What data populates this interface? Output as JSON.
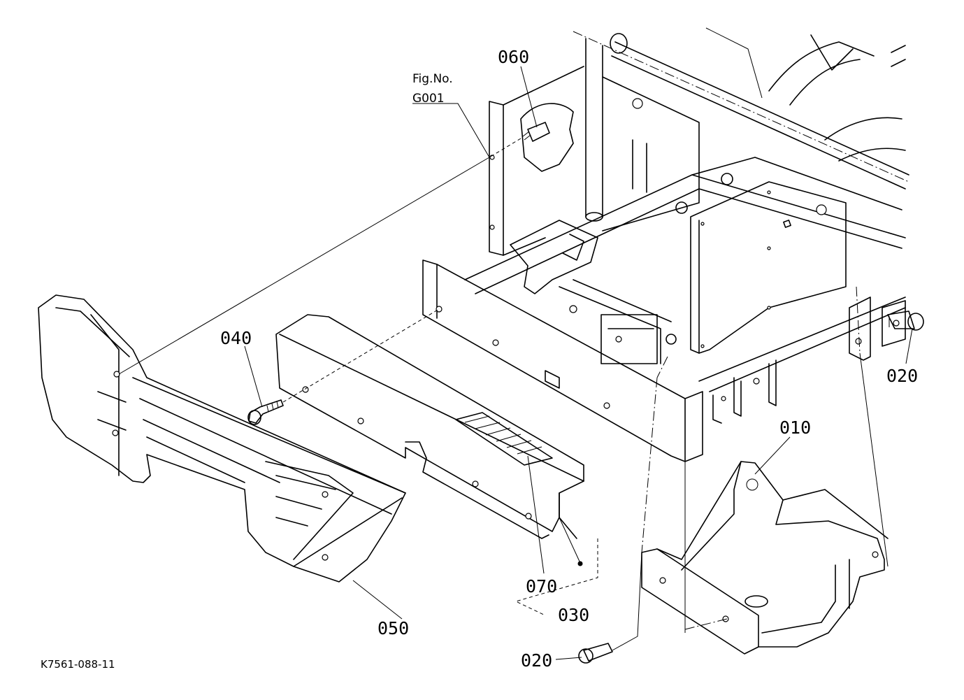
{
  "diagram": {
    "figure_ref": {
      "line1": "Fig.No.",
      "line2": "G001"
    },
    "drawing_id": "K7561-088-11",
    "callouts": {
      "c010": "010",
      "c020_right": "020",
      "c020_bottom": "020",
      "c030": "030",
      "c040": "040",
      "c050": "050",
      "c060": "060",
      "c070": "070"
    }
  }
}
